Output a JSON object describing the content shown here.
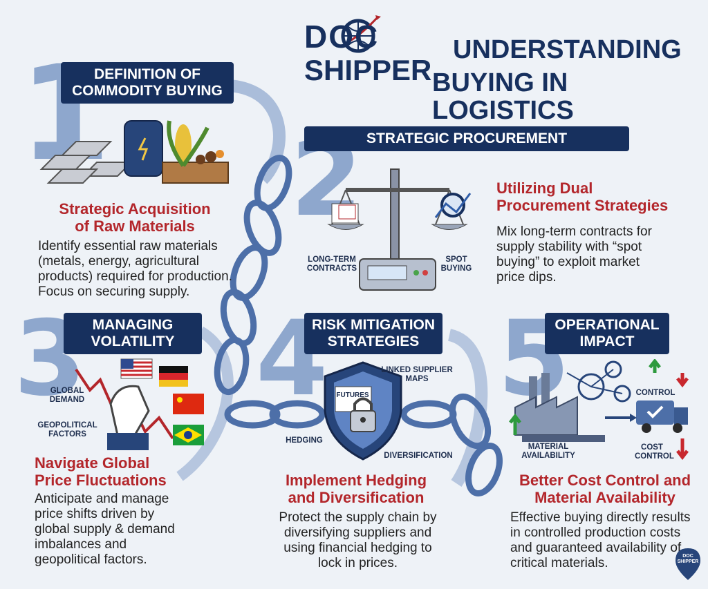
{
  "header": {
    "logo_line1": "DOC",
    "logo_line2": "SHIPPER",
    "title_line1": "UNDERSTANDING",
    "title_line2": "BUYING IN LOGISTICS"
  },
  "sections": [
    {
      "number": "1",
      "banner": "DEFINITION OF COMMODITY BUYING",
      "heading": "Strategic Acquisition of Raw Materials",
      "body": "Identify essential raw materials (metals, energy, agricultural products) required for production. Focus on securing supply."
    },
    {
      "number": "2",
      "banner": "STRATEGIC PROCUREMENT",
      "heading": "Utilizing Dual Procurement Strategies",
      "body": "Mix long-term contracts for supply stability with “spot buying” to exploit market price dips.",
      "labels": {
        "left": "LONG-TERM CONTRACTS",
        "right": "SPOT BUYING"
      }
    },
    {
      "number": "3",
      "banner": "MANAGING VOLATILITY",
      "heading": "Navigate Global Price Fluctuations",
      "body": "Anticipate and manage price shifts driven by global supply & demand imbalances and geopolitical factors.",
      "labels": {
        "demand": "GLOBAL DEMAND",
        "geo": "GEOPOLITICAL FACTORS"
      }
    },
    {
      "number": "4",
      "banner": "RISK MITIGATION STRATEGIES",
      "heading": "Implement Hedging and Diversification",
      "body": "Protect the supply chain by diversifying suppliers and using financial hedging to lock in prices.",
      "labels": {
        "maps": "LINKED SUPPLIER MAPS",
        "futures": "FUTURES",
        "hedging": "HEDGING",
        "diversification": "DIVERSIFICATION"
      }
    },
    {
      "number": "5",
      "banner": "OPERATIONAL IMPACT",
      "heading": "Better Cost Control and Material Availability",
      "body": "Effective buying directly results in controlled production costs and guaranteed availability of critical materials.",
      "labels": {
        "control": "CONTROL",
        "material": "MATERIAL AVAILABILITY",
        "cost": "COST CONTROL"
      }
    }
  ],
  "watermark": "DOC SHIPPER",
  "colors": {
    "navy": "#17305e",
    "red": "#b3262b",
    "chain": "#4d6fa8",
    "number": "#6f8fc0"
  }
}
